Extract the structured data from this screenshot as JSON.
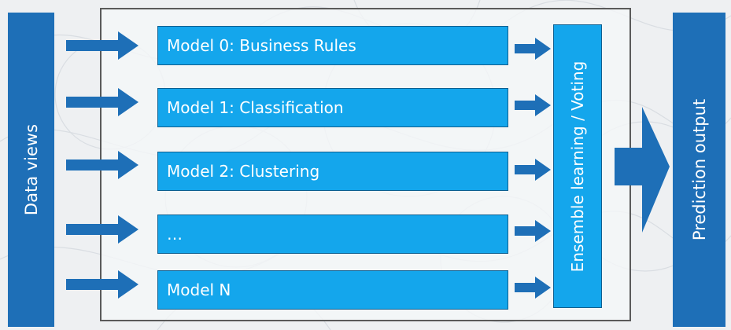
{
  "input_label": "Data views",
  "output_label": "Prediction output",
  "ensemble_label": "Ensemble learning / Voting",
  "models": [
    "Model 0: Business Rules",
    "Model 1: Classification",
    "Model 2: Clustering",
    "…",
    "Model N"
  ],
  "colors": {
    "side_box": "#1e6fb7",
    "model_box": "#14a6ec",
    "arrow": "#1e6fb7",
    "background": "#eef0f2"
  }
}
